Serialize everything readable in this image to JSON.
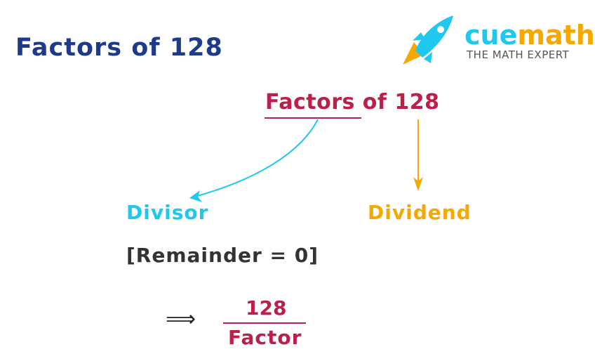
{
  "header": {
    "title": "Factors of 128"
  },
  "logo": {
    "name_part1": "cue",
    "name_part2": "math",
    "tagline": "THE MATH EXPERT",
    "colors": {
      "cyan": "#1ec8ef",
      "orange": "#f7a800"
    }
  },
  "diagram": {
    "center_title": "Factors of 128",
    "left_label": "Divisor",
    "right_label": "Dividend",
    "condition": "[Remainder = 0]",
    "implies_symbol": "⟹",
    "fraction": {
      "numerator": "128",
      "denominator": "Factor"
    },
    "colors": {
      "title": "#1e3a8a",
      "accent": "#be1e4a",
      "divisor": "#1ec8ef",
      "dividend": "#f7a800",
      "text": "#333333"
    }
  }
}
